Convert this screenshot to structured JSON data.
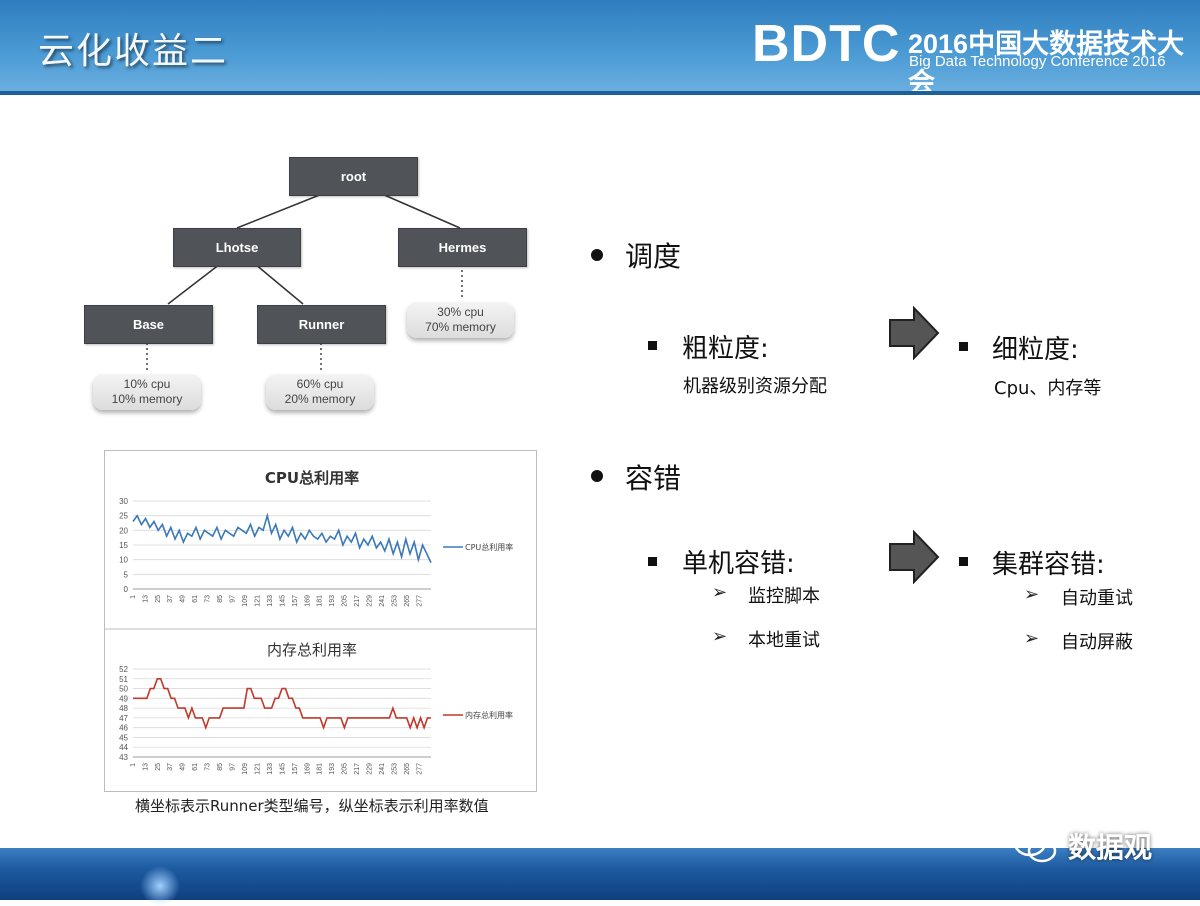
{
  "header": {
    "title": "云化收益二",
    "logo_bdtc": "BDTC",
    "logo_year": "2016中国大数据技术大会",
    "logo_sub": "Big Data Technology Conference 2016"
  },
  "tree": {
    "root": "root",
    "lhotse": "Lhotse",
    "hermes": "Hermes",
    "base": "Base",
    "runner": "Runner",
    "hermes_res": [
      "30% cpu",
      "70% memory"
    ],
    "base_res": [
      "10% cpu",
      "10% memory"
    ],
    "runner_res": [
      "60% cpu",
      "20% memory"
    ]
  },
  "chart_data": [
    {
      "type": "line",
      "title": "CPU总利用率",
      "legend": "CPU总利用率",
      "line_color": "#3b78b8",
      "ylim": [
        0,
        30
      ],
      "yticks": [
        "0",
        "5",
        "10",
        "15",
        "20",
        "25",
        "30"
      ],
      "xticks": [
        "1",
        "13",
        "25",
        "37",
        "49",
        "61",
        "73",
        "85",
        "97",
        "109",
        "121",
        "133",
        "145",
        "157",
        "169",
        "181",
        "193",
        "205",
        "217",
        "229",
        "241",
        "253",
        "265",
        "277"
      ],
      "x_range": [
        1,
        288
      ],
      "series": [
        {
          "name": "CPU总利用率",
          "values": [
            23,
            25,
            22,
            24,
            21,
            23,
            20,
            22,
            18,
            21,
            17,
            20,
            16,
            19,
            18,
            21,
            17,
            20,
            19,
            18,
            21,
            17,
            20,
            19,
            18,
            21,
            20,
            19,
            22,
            18,
            21,
            20,
            25,
            19,
            22,
            17,
            20,
            18,
            21,
            16,
            19,
            17,
            20,
            18,
            17,
            19,
            16,
            18,
            17,
            20,
            15,
            18,
            16,
            19,
            14,
            17,
            15,
            18,
            14,
            16,
            13,
            17,
            12,
            16,
            11,
            17,
            12,
            16,
            10,
            15,
            12,
            9
          ]
        }
      ]
    },
    {
      "type": "line",
      "title": "内存总利用率",
      "legend": "内存总利用率",
      "line_color": "#c0392b",
      "ylim": [
        43,
        52
      ],
      "yticks": [
        "43",
        "44",
        "45",
        "46",
        "47",
        "48",
        "49",
        "50",
        "51",
        "52"
      ],
      "xticks": [
        "1",
        "13",
        "25",
        "37",
        "49",
        "61",
        "73",
        "85",
        "97",
        "109",
        "121",
        "133",
        "145",
        "157",
        "169",
        "181",
        "193",
        "205",
        "217",
        "229",
        "241",
        "253",
        "265",
        "277"
      ],
      "x_range": [
        1,
        288
      ],
      "series": [
        {
          "name": "内存总利用率",
          "values": [
            49,
            49,
            49,
            49,
            49,
            50,
            50,
            51,
            51,
            50,
            50,
            49,
            49,
            48,
            48,
            48,
            47,
            48,
            47,
            47,
            47,
            46,
            47,
            47,
            47,
            47,
            48,
            48,
            48,
            48,
            48,
            48,
            48,
            50,
            50,
            49,
            49,
            49,
            48,
            48,
            48,
            49,
            49,
            50,
            50,
            49,
            49,
            48,
            48,
            47,
            47,
            47,
            47,
            47,
            47,
            46,
            47,
            47,
            47,
            47,
            47,
            46,
            47,
            47,
            47,
            47,
            47,
            47,
            47,
            47,
            47,
            47,
            47,
            47,
            47,
            48,
            47,
            47,
            47,
            47,
            46,
            47,
            46,
            47,
            46,
            47,
            47
          ]
        }
      ]
    }
  ],
  "caption": "横坐标表示Runner类型编号，纵坐标表示利用率数值",
  "right": {
    "scheduling": "调度",
    "coarse": "粗粒度:",
    "coarse_desc": "机器级别资源分配",
    "fine": "细粒度:",
    "fine_desc": "Cpu、内存等",
    "fault": "容错",
    "single": "单机容错:",
    "single_items": [
      "监控脚本",
      "本地重试"
    ],
    "cluster": "集群容错:",
    "cluster_items": [
      "自动重试",
      "自动屏蔽"
    ]
  },
  "footer": {
    "watermark": "数据观"
  }
}
